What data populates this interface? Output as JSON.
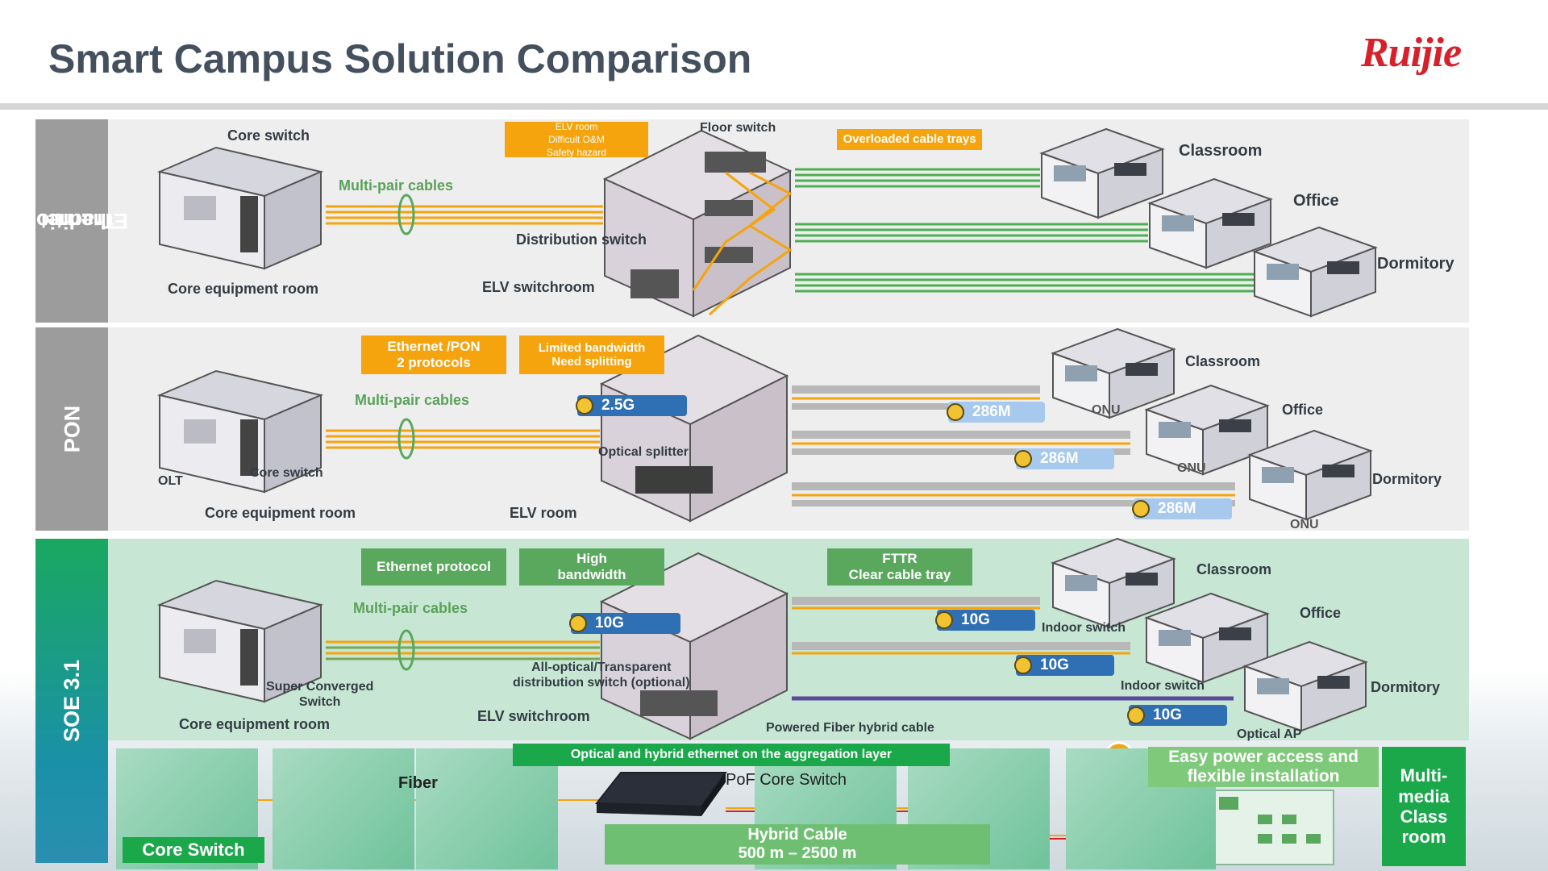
{
  "header": {
    "title": "Smart Campus Solution Comparison",
    "logo": "Ruijie"
  },
  "bands": {
    "traditional": {
      "label_line1": "Traditional",
      "label_line2": "Ethernet",
      "core_switch": "Core switch",
      "core_room": "Core equipment room",
      "cables": "Multi-pair cables",
      "elv_note": [
        "ELV room",
        "Difficult O&M",
        "Safety hazard"
      ],
      "floor_switch": "Floor switch",
      "dist_switch": "Distribution switch",
      "elv_room": "ELV switchroom",
      "trays": "Overloaded cable trays",
      "classroom": "Classroom",
      "office": "Office",
      "dormitory": "Dormitory"
    },
    "pon": {
      "label": "PON",
      "protocol_note": "Ethernet /PON\n2 protocols",
      "bandwidth_note": "Limited bandwidth\nNeed  splitting",
      "cables": "Multi-pair cables",
      "uplink": "2.5G",
      "splitter": "Optical splitter",
      "olt": "OLT",
      "core_switch": "Core switch",
      "core_room": "Core equipment room",
      "elv_room": "ELV room",
      "speed": "286M",
      "onu": "ONU",
      "classroom": "Classroom",
      "office": "Office",
      "dormitory": "Dormitory"
    },
    "soe": {
      "label": "SOE 3.1",
      "protocol_note": "Ethernet protocol",
      "bandwidth_note": "High\nbandwidth",
      "fttr_note": "FTTR\nClear cable tray",
      "cables": "Multi-pair cables",
      "uplink": "10G",
      "speed": "10G",
      "dist_switch": "All-optical/Transparent\ndistribution switch (optional)",
      "super_switch": "Super Converged\nSwitch",
      "core_room": "Core equipment room",
      "elv_room": "ELV switchroom",
      "hybrid_cable": "Powered Fiber hybrid cable",
      "indoor_switch": "Indoor switch",
      "optical_ap": "Optical AP",
      "classroom": "Classroom",
      "office": "Office",
      "dormitory": "Dormitory"
    }
  },
  "bottom": {
    "banner": "Optical and hybrid ethernet on the aggregation layer",
    "core_switch": "Core Switch",
    "fiber": "Fiber",
    "pof_switch": "PoF Core Switch",
    "hybrid_cable": "Hybrid Cable\n500 m – 2500 m",
    "easy_power": "Easy power access and\nflexible installation",
    "multimedia": "Multi-\nmedia\nClass\nroom"
  },
  "colors": {
    "orange": "#f5a40e",
    "green": "#5aa85e",
    "bright_green": "#1aa84b",
    "chip_dark": "#2f6fb3",
    "chip_light": "#a7c9ee",
    "logo_red": "#d8202a"
  }
}
